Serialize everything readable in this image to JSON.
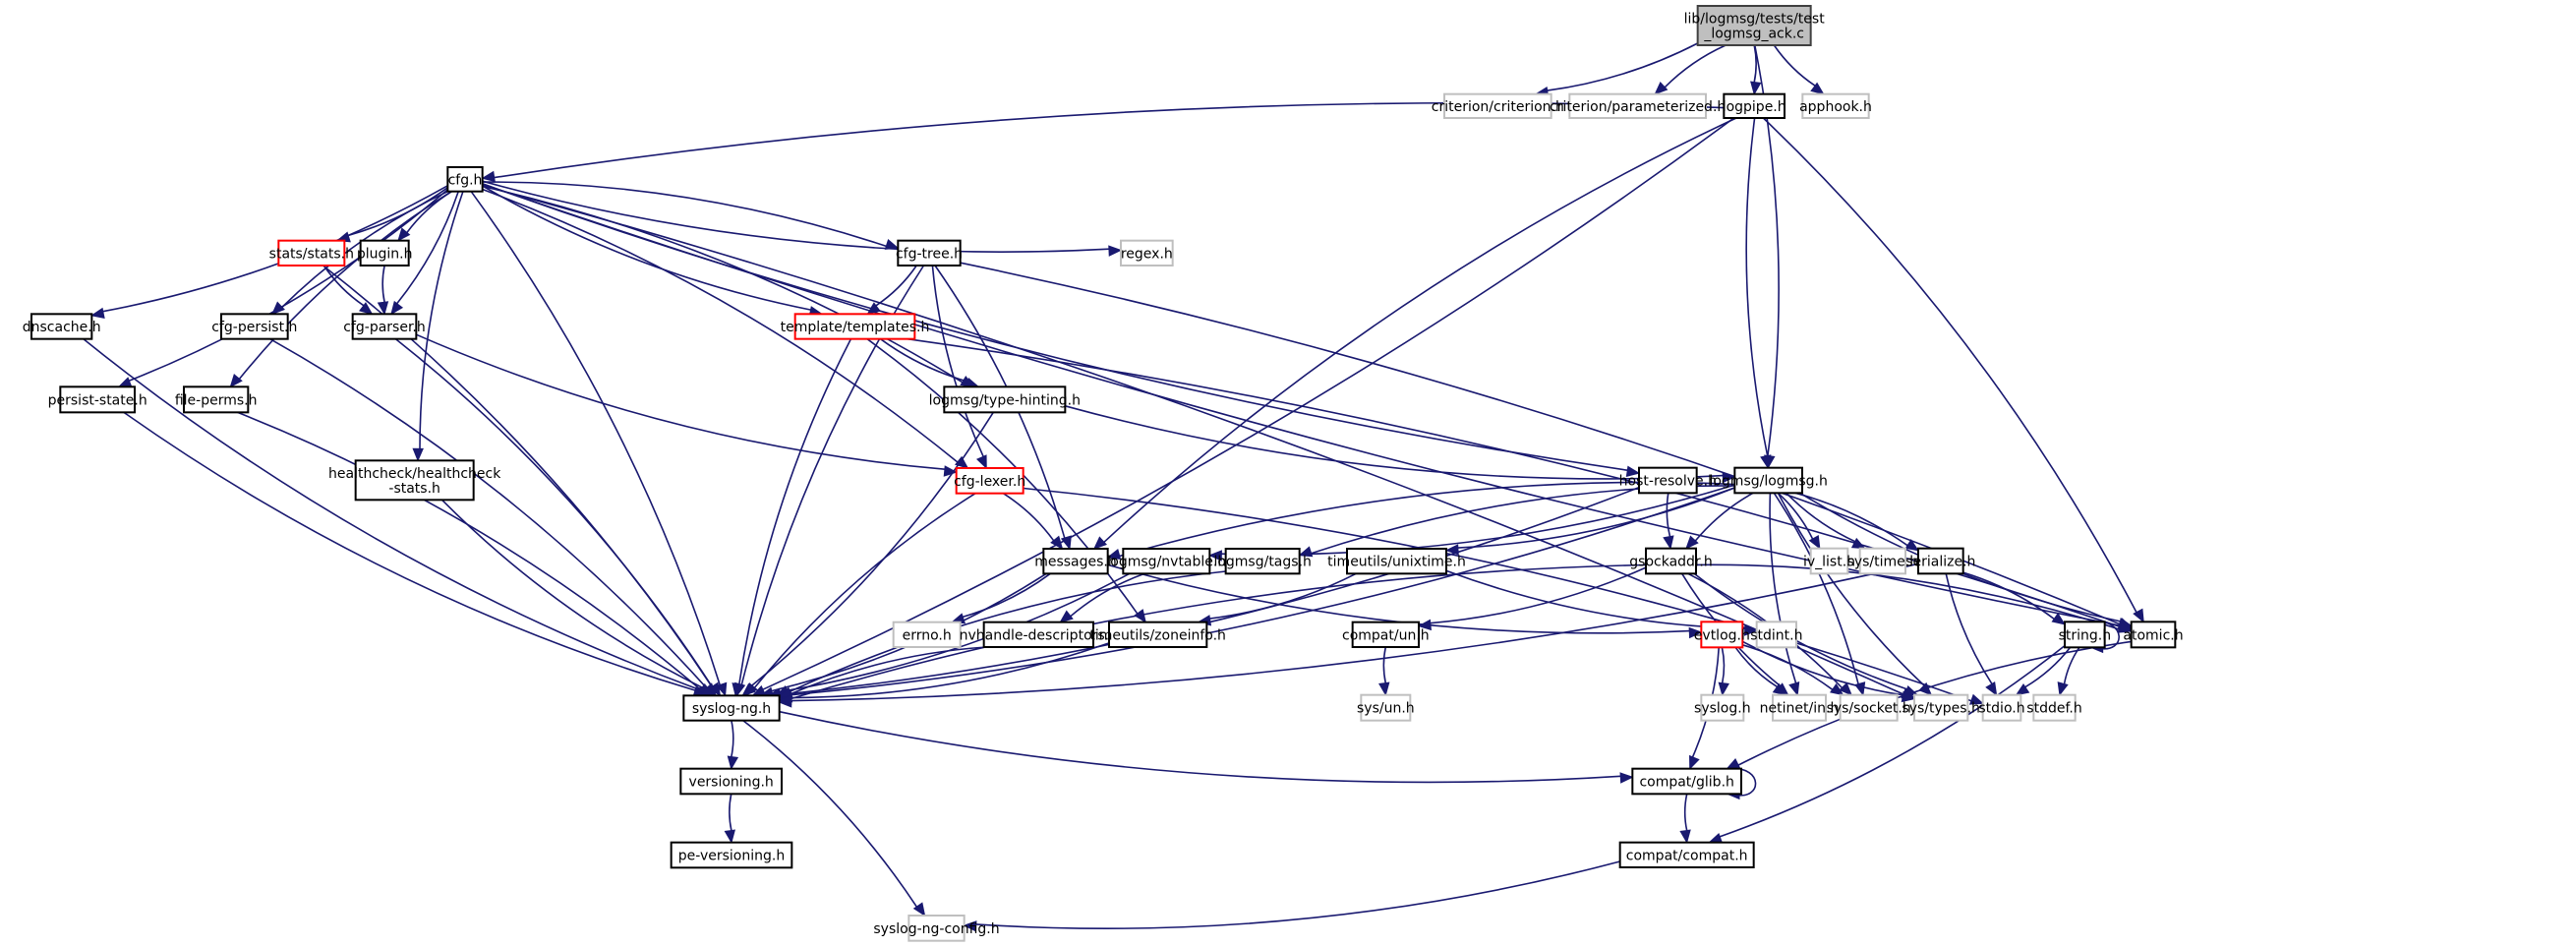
{
  "diagram": {
    "type": "include-dependency-graph",
    "colors": {
      "edge": "#191970",
      "root_fill": "#bfbfbf",
      "root_border": "#404040",
      "documented_border": "#000000",
      "truncated_border": "#ff0000",
      "undocumented_border": "#bfbfbf"
    },
    "nodes": [
      {
        "id": "root",
        "label": [
          "lib/logmsg/tests/test",
          "_logmsg_ack.c"
        ],
        "kind": "root"
      },
      {
        "id": "criterion",
        "label": [
          "criterion/criterion.h"
        ],
        "kind": "undocumented"
      },
      {
        "id": "parameterized",
        "label": [
          "criterion/parameterized.h"
        ],
        "kind": "undocumented"
      },
      {
        "id": "logpipe",
        "label": [
          "logpipe.h"
        ],
        "kind": "documented"
      },
      {
        "id": "apphook",
        "label": [
          "apphook.h"
        ],
        "kind": "undocumented"
      },
      {
        "id": "cfg",
        "label": [
          "cfg.h"
        ],
        "kind": "documented"
      },
      {
        "id": "stats",
        "label": [
          "stats/stats.h"
        ],
        "kind": "truncated"
      },
      {
        "id": "plugin",
        "label": [
          "plugin.h"
        ],
        "kind": "documented"
      },
      {
        "id": "cfgtree",
        "label": [
          "cfg-tree.h"
        ],
        "kind": "documented"
      },
      {
        "id": "regex",
        "label": [
          "regex.h"
        ],
        "kind": "undocumented"
      },
      {
        "id": "dnscache",
        "label": [
          "dnscache.h"
        ],
        "kind": "documented"
      },
      {
        "id": "cfgpersist",
        "label": [
          "cfg-persist.h"
        ],
        "kind": "documented"
      },
      {
        "id": "cfgparser",
        "label": [
          "cfg-parser.h"
        ],
        "kind": "documented"
      },
      {
        "id": "templates",
        "label": [
          "template/templates.h"
        ],
        "kind": "truncated"
      },
      {
        "id": "persiststate",
        "label": [
          "persist-state.h"
        ],
        "kind": "documented"
      },
      {
        "id": "fileperms",
        "label": [
          "file-perms.h"
        ],
        "kind": "documented"
      },
      {
        "id": "typehinting",
        "label": [
          "logmsg/type-hinting.h"
        ],
        "kind": "documented"
      },
      {
        "id": "healthcheck",
        "label": [
          "healthcheck/healthcheck",
          "-stats.h"
        ],
        "kind": "documented"
      },
      {
        "id": "cfglexer",
        "label": [
          "cfg-lexer.h"
        ],
        "kind": "truncated"
      },
      {
        "id": "hostresolve",
        "label": [
          "host-resolve.h"
        ],
        "kind": "documented"
      },
      {
        "id": "logmsg",
        "label": [
          "logmsg/logmsg.h"
        ],
        "kind": "documented"
      },
      {
        "id": "messages",
        "label": [
          "messages.h"
        ],
        "kind": "documented"
      },
      {
        "id": "nvtable",
        "label": [
          "logmsg/nvtable.h"
        ],
        "kind": "documented"
      },
      {
        "id": "tags",
        "label": [
          "logmsg/tags.h"
        ],
        "kind": "documented"
      },
      {
        "id": "unixtime",
        "label": [
          "timeutils/unixtime.h"
        ],
        "kind": "documented"
      },
      {
        "id": "gsockaddr",
        "label": [
          "gsockaddr.h"
        ],
        "kind": "documented"
      },
      {
        "id": "ivlist",
        "label": [
          "iv_list.h"
        ],
        "kind": "undocumented"
      },
      {
        "id": "systime",
        "label": [
          "sys/time.h"
        ],
        "kind": "undocumented"
      },
      {
        "id": "serialize",
        "label": [
          "serialize.h"
        ],
        "kind": "documented"
      },
      {
        "id": "errno",
        "label": [
          "errno.h"
        ],
        "kind": "undocumented"
      },
      {
        "id": "nvhandle",
        "label": [
          "nvhandle-descriptors.h"
        ],
        "kind": "documented"
      },
      {
        "id": "zoneinfo",
        "label": [
          "timeutils/zoneinfo.h"
        ],
        "kind": "documented"
      },
      {
        "id": "compatun",
        "label": [
          "compat/un.h"
        ],
        "kind": "documented"
      },
      {
        "id": "evtlog",
        "label": [
          "evtlog.h"
        ],
        "kind": "truncated"
      },
      {
        "id": "stdint",
        "label": [
          "stdint.h"
        ],
        "kind": "undocumented"
      },
      {
        "id": "string",
        "label": [
          "string.h"
        ],
        "kind": "documented"
      },
      {
        "id": "atomic",
        "label": [
          "atomic.h"
        ],
        "kind": "documented"
      },
      {
        "id": "syslogng",
        "label": [
          "syslog-ng.h"
        ],
        "kind": "documented"
      },
      {
        "id": "sysun",
        "label": [
          "sys/un.h"
        ],
        "kind": "undocumented"
      },
      {
        "id": "syslog",
        "label": [
          "syslog.h"
        ],
        "kind": "undocumented"
      },
      {
        "id": "netinet",
        "label": [
          "netinet/in.h"
        ],
        "kind": "undocumented"
      },
      {
        "id": "syssocket",
        "label": [
          "sys/socket.h"
        ],
        "kind": "undocumented"
      },
      {
        "id": "systypes",
        "label": [
          "sys/types.h"
        ],
        "kind": "undocumented"
      },
      {
        "id": "stdio",
        "label": [
          "stdio.h"
        ],
        "kind": "undocumented"
      },
      {
        "id": "stddef",
        "label": [
          "stddef.h"
        ],
        "kind": "undocumented"
      },
      {
        "id": "versioning",
        "label": [
          "versioning.h"
        ],
        "kind": "documented"
      },
      {
        "id": "peversioning",
        "label": [
          "pe-versioning.h"
        ],
        "kind": "documented"
      },
      {
        "id": "compatglib",
        "label": [
          "compat/glib.h"
        ],
        "kind": "documented"
      },
      {
        "id": "compatcompat",
        "label": [
          "compat/compat.h"
        ],
        "kind": "documented"
      },
      {
        "id": "syslogngconfig",
        "label": [
          "syslog-ng-config.h"
        ],
        "kind": "undocumented"
      }
    ],
    "edges": [
      [
        "root",
        "criterion"
      ],
      [
        "root",
        "parameterized"
      ],
      [
        "root",
        "logpipe"
      ],
      [
        "root",
        "apphook"
      ],
      [
        "root",
        "logmsg"
      ],
      [
        "logpipe",
        "cfg"
      ],
      [
        "logpipe",
        "syslogng"
      ],
      [
        "logpipe",
        "logmsg"
      ],
      [
        "logpipe",
        "atomic"
      ],
      [
        "logpipe",
        "messages"
      ],
      [
        "cfg",
        "stats"
      ],
      [
        "cfg",
        "plugin"
      ],
      [
        "cfg",
        "cfgtree"
      ],
      [
        "cfg",
        "regex"
      ],
      [
        "cfg",
        "dnscache"
      ],
      [
        "cfg",
        "cfgpersist"
      ],
      [
        "cfg",
        "cfgparser"
      ],
      [
        "cfg",
        "templates"
      ],
      [
        "cfg",
        "persiststate"
      ],
      [
        "cfg",
        "fileperms"
      ],
      [
        "cfg",
        "typehinting"
      ],
      [
        "cfg",
        "healthcheck"
      ],
      [
        "cfg",
        "cfglexer"
      ],
      [
        "cfg",
        "hostresolve"
      ],
      [
        "cfg",
        "syslogng"
      ],
      [
        "cfg",
        "atomic"
      ],
      [
        "cfg",
        "systypes"
      ],
      [
        "stats",
        "cfgparser"
      ],
      [
        "stats",
        "syslogng"
      ],
      [
        "plugin",
        "cfgparser"
      ],
      [
        "cfgtree",
        "templates"
      ],
      [
        "cfgtree",
        "cfglexer"
      ],
      [
        "cfgtree",
        "messages"
      ],
      [
        "cfgtree",
        "syslogng"
      ],
      [
        "cfgtree",
        "atomic"
      ],
      [
        "dnscache",
        "syslogng"
      ],
      [
        "cfgpersist",
        "syslogng"
      ],
      [
        "cfgparser",
        "cfglexer"
      ],
      [
        "cfgparser",
        "syslogng"
      ],
      [
        "templates",
        "typehinting"
      ],
      [
        "templates",
        "zoneinfo"
      ],
      [
        "templates",
        "syslogng"
      ],
      [
        "templates",
        "atomic"
      ],
      [
        "persiststate",
        "syslogng"
      ],
      [
        "fileperms",
        "syslogng"
      ],
      [
        "typehinting",
        "logmsg"
      ],
      [
        "typehinting",
        "syslogng"
      ],
      [
        "healthcheck",
        "syslogng"
      ],
      [
        "cfglexer",
        "messages"
      ],
      [
        "cfglexer",
        "syslogng"
      ],
      [
        "cfglexer",
        "stdio"
      ],
      [
        "hostresolve",
        "gsockaddr"
      ],
      [
        "hostresolve",
        "syslogng"
      ],
      [
        "logmsg",
        "messages"
      ],
      [
        "logmsg",
        "nvtable"
      ],
      [
        "logmsg",
        "tags"
      ],
      [
        "logmsg",
        "unixtime"
      ],
      [
        "logmsg",
        "gsockaddr"
      ],
      [
        "logmsg",
        "ivlist"
      ],
      [
        "logmsg",
        "systime"
      ],
      [
        "logmsg",
        "serialize"
      ],
      [
        "logmsg",
        "atomic"
      ],
      [
        "logmsg",
        "syslogng"
      ],
      [
        "logmsg",
        "netinet"
      ],
      [
        "logmsg",
        "syssocket"
      ],
      [
        "logmsg",
        "systypes"
      ],
      [
        "messages",
        "errno"
      ],
      [
        "messages",
        "evtlog"
      ],
      [
        "messages",
        "syslogng"
      ],
      [
        "nvtable",
        "nvhandle"
      ],
      [
        "nvtable",
        "syslogng"
      ],
      [
        "tags",
        "syslogng"
      ],
      [
        "unixtime",
        "zoneinfo"
      ],
      [
        "unixtime",
        "stdint"
      ],
      [
        "gsockaddr",
        "compatun"
      ],
      [
        "gsockaddr",
        "syslogng"
      ],
      [
        "gsockaddr",
        "atomic"
      ],
      [
        "gsockaddr",
        "netinet"
      ],
      [
        "gsockaddr",
        "syssocket"
      ],
      [
        "gsockaddr",
        "systypes"
      ],
      [
        "serialize",
        "string"
      ],
      [
        "serialize",
        "stdio"
      ],
      [
        "serialize",
        "syslogng"
      ],
      [
        "nvhandle",
        "syslogng"
      ],
      [
        "zoneinfo",
        "syslogng"
      ],
      [
        "compatun",
        "sysun"
      ],
      [
        "evtlog",
        "syslog"
      ],
      [
        "evtlog",
        "netinet"
      ],
      [
        "evtlog",
        "syssocket"
      ],
      [
        "evtlog",
        "systypes"
      ],
      [
        "evtlog",
        "compatglib"
      ],
      [
        "string",
        "string"
      ],
      [
        "string",
        "stdio"
      ],
      [
        "string",
        "stddef"
      ],
      [
        "string",
        "compatcompat"
      ],
      [
        "atomic",
        "compatglib"
      ],
      [
        "syslogng",
        "versioning"
      ],
      [
        "syslogng",
        "compatglib"
      ],
      [
        "syslogng",
        "syslogngconfig"
      ],
      [
        "versioning",
        "peversioning"
      ],
      [
        "compatglib",
        "compatglib"
      ],
      [
        "compatglib",
        "compatcompat"
      ],
      [
        "compatcompat",
        "syslogngconfig"
      ]
    ]
  }
}
